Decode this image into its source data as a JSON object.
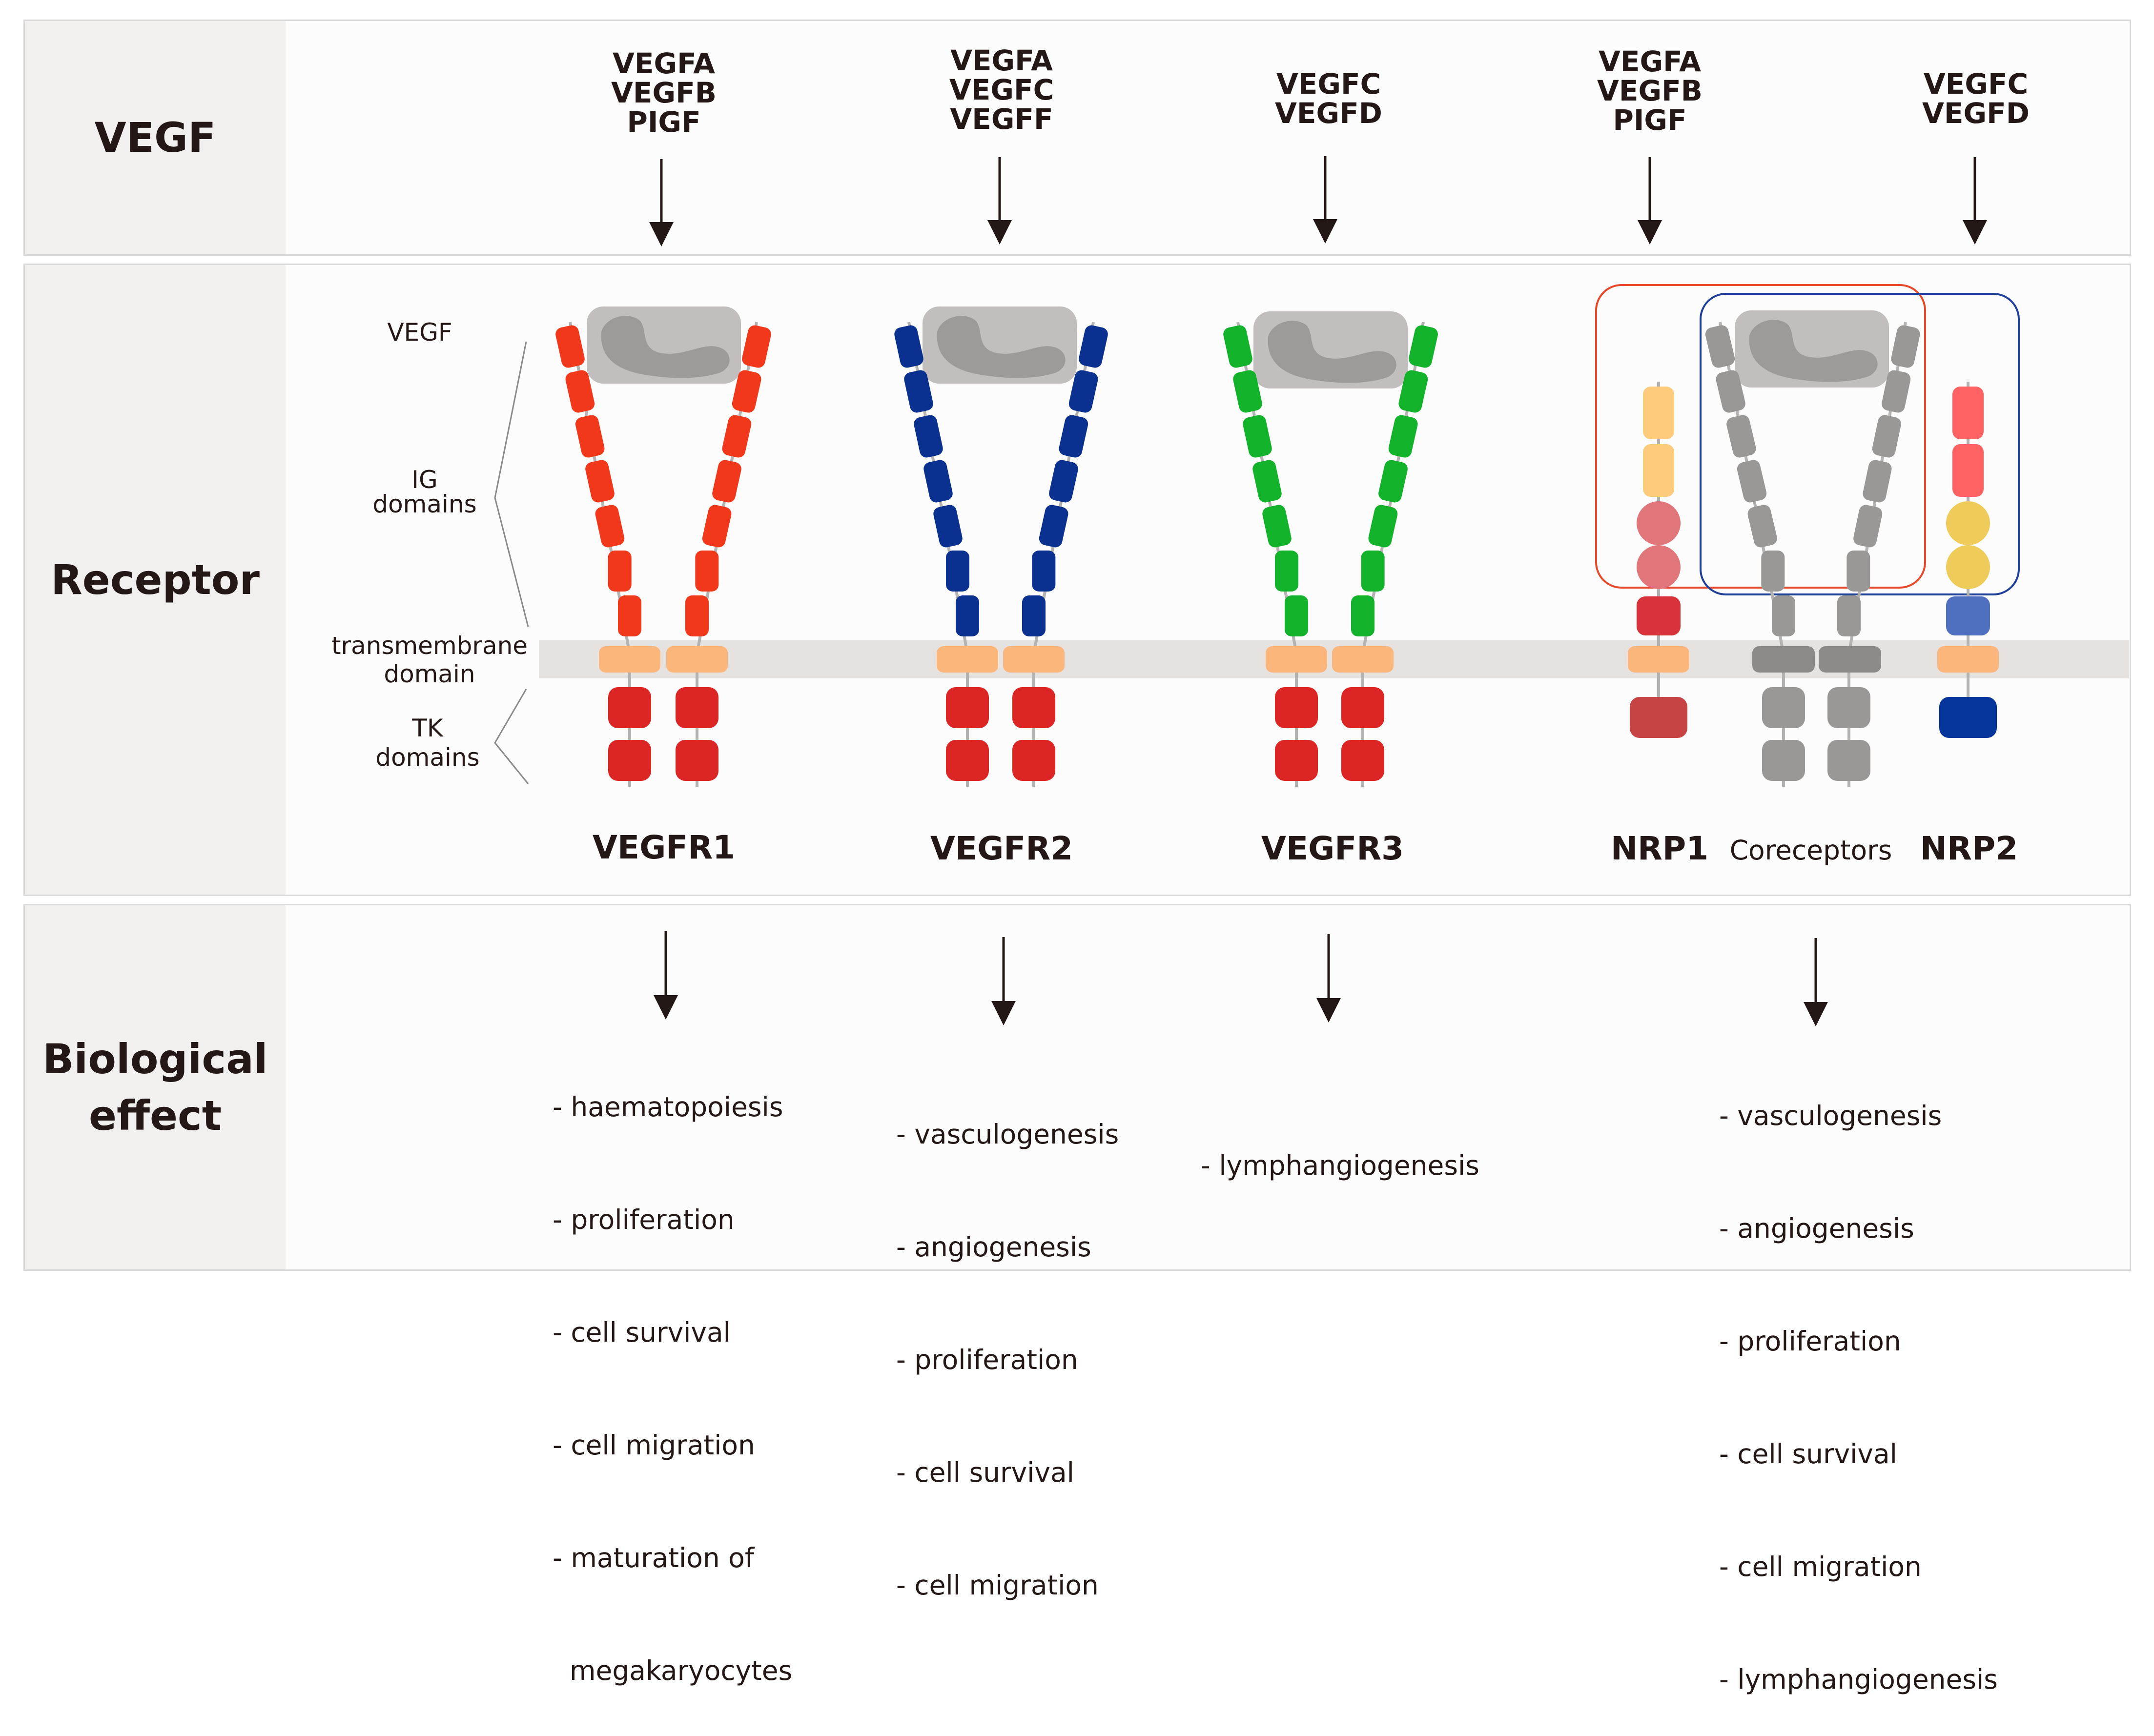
{
  "rows": {
    "vegf": "VEGF",
    "receptor": "Receptor",
    "effect_line1": "Biological",
    "effect_line2": "effect"
  },
  "ligands": {
    "vegfr1": [
      "VEGFA",
      "VEGFB",
      "PIGF"
    ],
    "vegfr2": [
      "VEGFA",
      "VEGFC",
      "VEGFF"
    ],
    "vegfr3": [
      "VEGFC",
      "VEGFD"
    ],
    "nrp1": [
      "VEGFA",
      "VEGFB",
      "PIGF"
    ],
    "nrp2": [
      "VEGFC",
      "VEGFD"
    ]
  },
  "annotations": {
    "vegf": "VEGF",
    "ig_line1": "IG",
    "ig_line2": "domains",
    "tm_line1": "transmembrane",
    "tm_line2": "domain",
    "tk_line1": "TK",
    "tk_line2": "domains"
  },
  "receptors": {
    "vegfr1": "VEGFR1",
    "vegfr2": "VEGFR2",
    "vegfr3": "VEGFR3",
    "nrp1": "NRP1",
    "coreceptors": "Coreceptors",
    "nrp2": "NRP2"
  },
  "effects": {
    "vegfr1": [
      "- haematopoiesis",
      "- proliferation",
      "- cell survival",
      "- cell migration",
      "- maturation of",
      "  megakaryocytes"
    ],
    "vegfr2": [
      "- vasculogenesis",
      "- angiogenesis",
      "- proliferation",
      "- cell survival",
      "- cell migration"
    ],
    "vegfr3": [
      "- lymphangiogenesis"
    ],
    "coreceptors": [
      "- vasculogenesis",
      "- angiogenesis",
      "- proliferation",
      "- cell survival",
      "- cell migration",
      "- lymphangiogenesis"
    ]
  },
  "colors": {
    "vegfr1": "#f2381b",
    "vegfr2": "#0b3190",
    "vegfr3": "#12b32a",
    "coreceptor_gray": "#9a9797",
    "tk_red": "#dc2626",
    "membrane": "#e6e2df",
    "tm_orange": "#fbb67c",
    "nrp1_box": "#e8482a",
    "nrp2_box": "#1f3f9a"
  }
}
